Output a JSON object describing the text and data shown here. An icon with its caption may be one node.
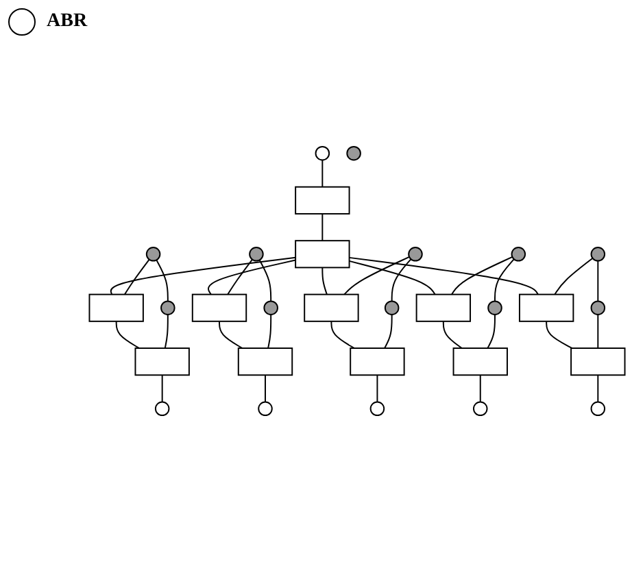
{
  "diagram": {
    "nodes": [
      {
        "text": [],
        "shape": "circle"
      },
      {
        "text": [],
        "shape": "circle"
      },
      {
        "text": [],
        "shape": "box"
      },
      {
        "text": [],
        "shape": "box"
      },
      {
        "text": [],
        "shape": "circle"
      },
      {
        "text": [],
        "shape": "box"
      },
      {
        "text": [],
        "shape": "circle"
      },
      {
        "text": [],
        "shape": "box"
      },
      {
        "text": [],
        "shape": "circle"
      },
      {
        "text": [],
        "shape": "box"
      },
      {
        "text": [],
        "shape": "circle"
      },
      {
        "text": [],
        "shape": "box"
      },
      {
        "text": [],
        "shape": "circle"
      },
      {
        "text": [],
        "shape": "box"
      },
      {
        "text": [],
        "shape": "circle"
      },
      {
        "text": [],
        "shape": "box"
      },
      {
        "text": [],
        "shape": "circle"
      },
      {
        "text": [],
        "shape": "box"
      },
      {
        "text": [],
        "shape": "circle"
      },
      {
        "text": [],
        "shape": "box"
      },
      {
        "text": [],
        "shape": "circle"
      },
      {
        "text": [],
        "shape": "box"
      },
      {
        "text": [],
        "shape": "circle"
      },
      {
        "text": [],
        "shape": "box"
      },
      {
        "text": [],
        "shape": "circle"
      },
      {
        "text": [],
        "shape": "circle"
      },
      {
        "text": [],
        "shape": "circle"
      },
      {
        "text": [],
        "shape": "circle"
      },
      {
        "text": [],
        "shape": "circle"
      }
    ],
    "edges": [
      {
        "from": 0,
        "to": 2,
        "arrow": "none"
      },
      {
        "from": 2,
        "to": 3,
        "arrow": "none"
      },
      {
        "from": 3,
        "to": 5,
        "arrow": "none"
      },
      {
        "from": 3,
        "to": 7,
        "arrow": "none"
      },
      {
        "from": 3,
        "to": 9,
        "arrow": "none"
      },
      {
        "from": 3,
        "to": 11,
        "arrow": "none"
      },
      {
        "from": 3,
        "to": 13,
        "arrow": "none"
      },
      {
        "from": 4,
        "to": 5,
        "arrow": "none"
      },
      {
        "from": 5,
        "to": 15,
        "arrow": "none"
      },
      {
        "from": 14,
        "to": 15,
        "arrow": "none"
      },
      {
        "from": 4,
        "to": 14,
        "arrow": "none"
      },
      {
        "from": 15,
        "to": 24,
        "arrow": "none"
      },
      {
        "from": 6,
        "to": 7,
        "arrow": "none"
      },
      {
        "from": 7,
        "to": 17,
        "arrow": "none"
      },
      {
        "from": 16,
        "to": 17,
        "arrow": "none"
      },
      {
        "from": 6,
        "to": 16,
        "arrow": "none"
      },
      {
        "from": 17,
        "to": 25,
        "arrow": "none"
      },
      {
        "from": 8,
        "to": 9,
        "arrow": "none"
      },
      {
        "from": 9,
        "to": 19,
        "arrow": "none"
      },
      {
        "from": 18,
        "to": 19,
        "arrow": "none"
      },
      {
        "from": 8,
        "to": 18,
        "arrow": "none"
      },
      {
        "from": 19,
        "to": 26,
        "arrow": "none"
      },
      {
        "from": 10,
        "to": 11,
        "arrow": "none"
      },
      {
        "from": 11,
        "to": 21,
        "arrow": "none"
      },
      {
        "from": 20,
        "to": 21,
        "arrow": "none"
      },
      {
        "from": 10,
        "to": 20,
        "arrow": "none"
      },
      {
        "from": 21,
        "to": 27,
        "arrow": "none"
      },
      {
        "from": 12,
        "to": 13,
        "arrow": "none"
      },
      {
        "from": 13,
        "to": 23,
        "arrow": "none"
      },
      {
        "from": 22,
        "to": 23,
        "arrow": "none"
      },
      {
        "from": 12,
        "to": 22,
        "arrow": "none"
      },
      {
        "from": 23,
        "to": 28,
        "arrow": "none"
      }
    ],
    "legend": [
      {
        "text": "ABR",
        "color": "#ffffff"
      }
    ]
  }
}
